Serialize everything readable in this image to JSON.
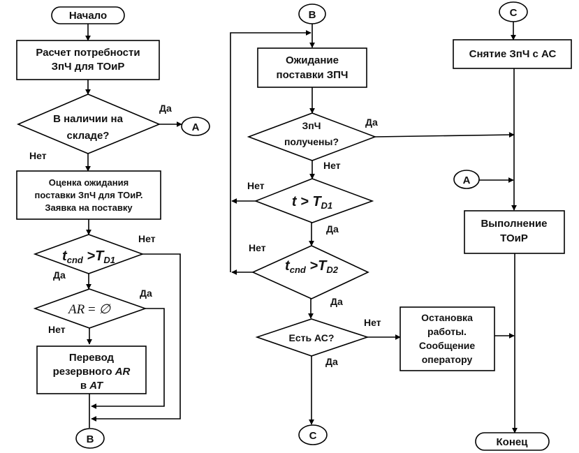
{
  "diagram": {
    "type": "flowchart",
    "language": "ru",
    "terminals": {
      "start": "Начало",
      "end": "Конец"
    },
    "connectors": {
      "A": "A",
      "B": "B",
      "C": "C"
    },
    "branch_labels": {
      "yes": "Да",
      "no": "Нет"
    },
    "left_column": {
      "calc_need": [
        "Расчет потребности",
        "ЗпЧ для ТОиР"
      ],
      "in_stock": [
        "В наличии на",
        "складе?"
      ],
      "estimate": [
        "Оценка ожидания",
        "поставки ЗпЧ для ТОиР.",
        "Заявка на поставку"
      ],
      "cond1": {
        "var": "t",
        "sub": "cnd",
        "op": " >",
        "rhs": "T",
        "rhs_sub": "D1"
      },
      "cond_ar": {
        "lhs": "AR",
        "op": " = ",
        "rhs": "∅"
      },
      "transfer": {
        "line1": "Перевод",
        "line2_prefix": "резервного ",
        "line2_var": "AR",
        "line3_prefix": "в ",
        "line3_var": "AT"
      }
    },
    "middle_column": {
      "wait": [
        "Ожидание",
        "поставки ЗПЧ"
      ],
      "received": [
        "ЗпЧ",
        "получены?"
      ],
      "cond_t": {
        "var": "t",
        "op": " > ",
        "rhs": "T",
        "rhs_sub": "D1"
      },
      "cond2": {
        "var": "t",
        "sub": "cnd",
        "op": " >",
        "rhs": "T",
        "rhs_sub": "D2"
      },
      "has_ac": "Есть АС?",
      "stop": [
        "Остановка",
        "работы.",
        "Сообщение",
        "оператору"
      ]
    },
    "right_column": {
      "remove": "Снятие ЗпЧ с АС",
      "perform": [
        "Выполнение",
        "ТОиР"
      ]
    }
  }
}
